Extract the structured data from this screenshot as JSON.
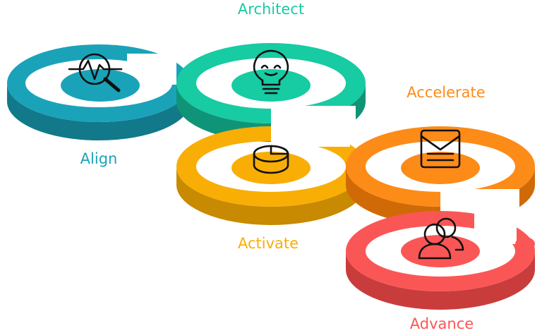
{
  "stages": [
    {
      "label": "Align",
      "color": "#1aa3b8",
      "shade": "#12798a",
      "icon": "magnifier-pulse-icon"
    },
    {
      "label": "Architect",
      "color": "#17cba3",
      "shade": "#109477",
      "icon": "lightbulb-icon"
    },
    {
      "label": "Activate",
      "color": "#f8ae05",
      "shade": "#c78a00",
      "icon": "pie-chart-icon"
    },
    {
      "label": "Accelerate",
      "color": "#fd8b18",
      "shade": "#d06a07",
      "icon": "envelope-icon"
    },
    {
      "label": "Advance",
      "color": "#fb5656",
      "shade": "#c93c3c",
      "icon": "users-icon"
    }
  ]
}
